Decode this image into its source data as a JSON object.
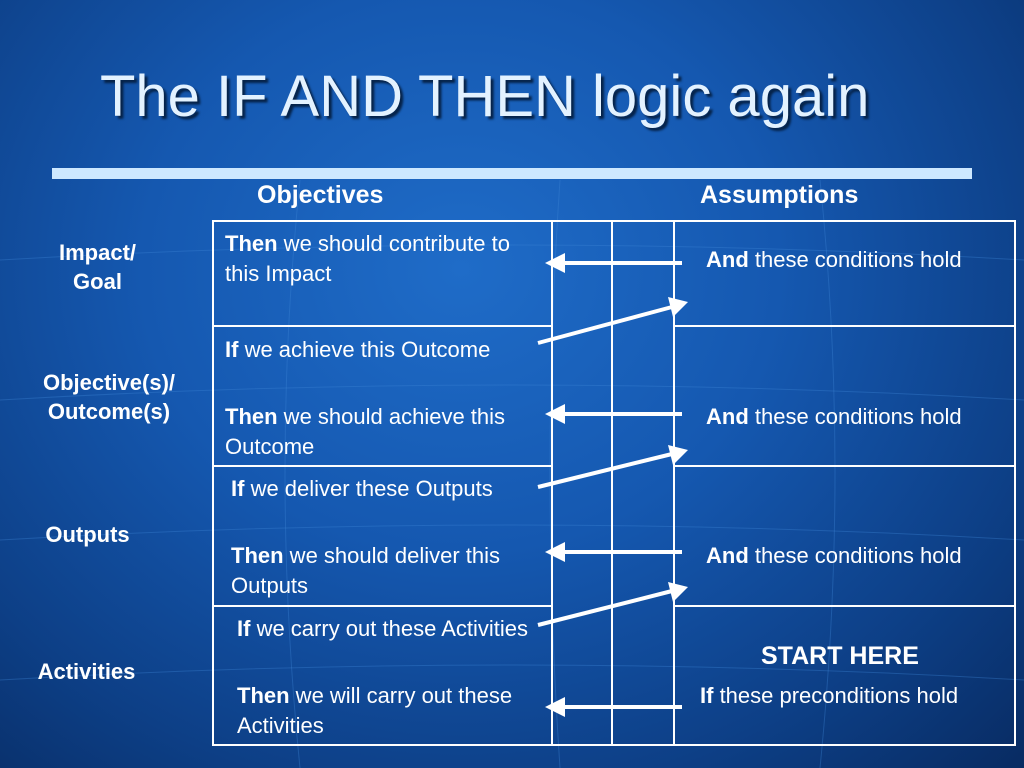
{
  "slide": {
    "title": "The IF AND THEN logic again",
    "headers": {
      "objectives": "Objectives",
      "assumptions": "Assumptions"
    },
    "rows": [
      {
        "label_lines": [
          "Impact/",
          "Goal"
        ]
      },
      {
        "label_lines": [
          "Objective(s)/",
          "Outcome(s)"
        ]
      },
      {
        "label_lines": [
          "Outputs"
        ]
      },
      {
        "label_lines": [
          "Activities"
        ]
      }
    ],
    "cells": {
      "impact_then_kw": "Then",
      "impact_then_text": " we should contribute to this Impact",
      "impact_and_kw": "And",
      "impact_and_text": " these conditions hold",
      "outcome_if_kw": "If",
      "outcome_if_text": " we achieve this Outcome",
      "outcome_then_kw": "Then",
      "outcome_then_text": " we should achieve this Outcome",
      "outcome_and_kw": "And",
      "outcome_and_text": " these conditions hold",
      "outputs_if_kw": "If",
      "outputs_if_text": " we deliver these Outputs",
      "outputs_then_kw": "Then",
      "outputs_then_text": " we should deliver this Outputs",
      "outputs_and_kw": "And",
      "outputs_and_text": " these conditions hold",
      "activities_if_kw": "If",
      "activities_if_text": " we carry out these Activities",
      "activities_then_kw": "Then",
      "activities_then_text": " we will carry out these Activities",
      "start_here": "START HERE",
      "precond_if_kw": "If",
      "precond_if_text": " these preconditions hold"
    },
    "colors": {
      "background": "#1558b0",
      "title": "#e3f2ff",
      "rule": "#cde8ff",
      "lines": "#ffffff"
    },
    "icons": [
      "arrow-left-icon",
      "arrow-diagonal-icon"
    ]
  }
}
